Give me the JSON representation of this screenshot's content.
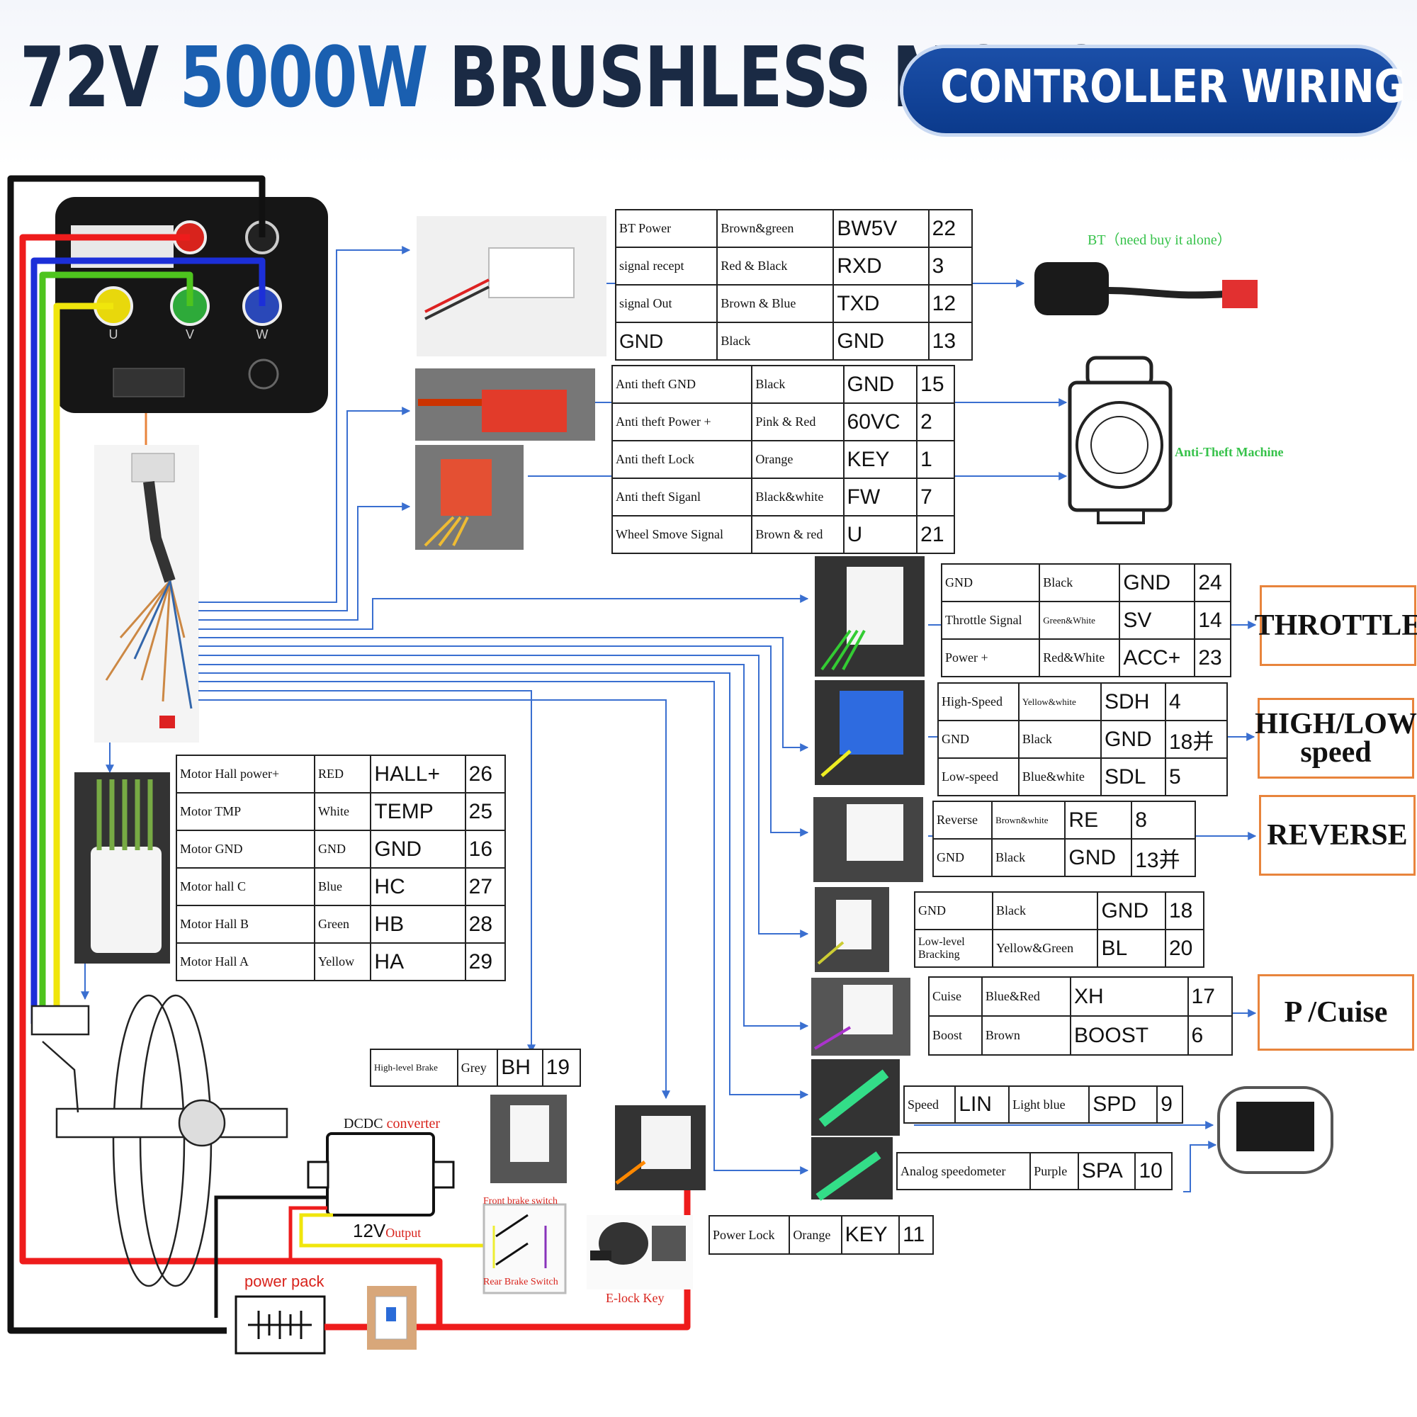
{
  "title": {
    "part1": "72V",
    "part2": "5000W",
    "part3": "BRUSHLESS MOTOR KIT"
  },
  "badge": "CONTROLLER WIRING DIAGRAM",
  "controller": {
    "phase_labels": [
      "U",
      "V",
      "W"
    ]
  },
  "bt": {
    "label": "BT（need buy it alone）",
    "rows": [
      {
        "name": "BT Power",
        "color": "Brown&green",
        "code": "BW5V",
        "pin": "22"
      },
      {
        "name": "signal recept",
        "color": "Red & Black",
        "code": "RXD",
        "pin": "3"
      },
      {
        "name": "signal Out",
        "color": "Brown & Blue",
        "code": "TXD",
        "pin": "12"
      },
      {
        "name": "GND",
        "color": "Black",
        "code": "GND",
        "pin": "13"
      }
    ]
  },
  "antitheft": {
    "label": "Anti-Theft Machine",
    "rows": [
      {
        "name": "Anti theft GND",
        "color": "Black",
        "code": "GND",
        "pin": "15"
      },
      {
        "name": "Anti theft Power +",
        "color": "Pink & Red",
        "code": "60VC",
        "pin": "2"
      },
      {
        "name": "Anti theft Lock",
        "color": "Orange",
        "code": "KEY",
        "pin": "1"
      },
      {
        "name": "Anti theft Siganl",
        "color": "Black&white",
        "code": "FW",
        "pin": "7"
      },
      {
        "name": "Wheel Smove Signal",
        "color": "Brown & red",
        "code": "U",
        "pin": "21"
      }
    ]
  },
  "throttle": {
    "label": "THROTTLE",
    "rows": [
      {
        "name": "GND",
        "color": "Black",
        "code": "GND",
        "pin": "24"
      },
      {
        "name": "Throttle Signal",
        "color": "Green&White",
        "code": "SV",
        "pin": "14"
      },
      {
        "name": "Power +",
        "color": "Red&White",
        "code": "ACC+",
        "pin": "23"
      }
    ]
  },
  "speed": {
    "label1": "HIGH/LOW",
    "label2": "speed",
    "rows": [
      {
        "name": "High-Speed",
        "color": "Yellow&white",
        "code": "SDH",
        "pin": "4"
      },
      {
        "name": "GND",
        "color": "Black",
        "code": "GND",
        "pin": "18并"
      },
      {
        "name": "Low-speed",
        "color": "Blue&white",
        "code": "SDL",
        "pin": "5"
      }
    ]
  },
  "reverse": {
    "label": "REVERSE",
    "rows": [
      {
        "name": "Reverse",
        "color": "Brown&white",
        "code": "RE",
        "pin": "8"
      },
      {
        "name": "GND",
        "color": "Black",
        "code": "GND",
        "pin": "13并"
      }
    ]
  },
  "lowbrake": {
    "rows": [
      {
        "name": "GND",
        "color": "Black",
        "code": "GND",
        "pin": "18"
      },
      {
        "name": "Low-level Bracking",
        "color": "Yellow&Green",
        "code": "BL",
        "pin": "20"
      }
    ]
  },
  "cruise": {
    "label": "P /Cuise",
    "rows": [
      {
        "name": "Cuise",
        "color": "Blue&Red",
        "code": "XH",
        "pin": "17"
      },
      {
        "name": "Boost",
        "color": "Brown",
        "code": "BOOST",
        "pin": "6"
      }
    ]
  },
  "speedline": {
    "name": "Speed",
    "mid": "LIN",
    "color": "Light blue",
    "code": "SPD",
    "pin": "9"
  },
  "analog": {
    "name": "Analog speedometer",
    "color": "Purple",
    "code": "SPA",
    "pin": "10"
  },
  "powerlock": {
    "name": "Power Lock",
    "color": "Orange",
    "code": "KEY",
    "pin": "11"
  },
  "hall": {
    "rows": [
      {
        "name": "Motor Hall power+",
        "color": "RED",
        "code": "HALL+",
        "pin": "26"
      },
      {
        "name": "Motor TMP",
        "color": "White",
        "code": "TEMP",
        "pin": "25"
      },
      {
        "name": "Motor GND",
        "color": "GND",
        "code": "GND",
        "pin": "16"
      },
      {
        "name": "Motor hall C",
        "color": "Blue",
        "code": "HC",
        "pin": "27"
      },
      {
        "name": "Motor Hall B",
        "color": "Green",
        "code": "HB",
        "pin": "28"
      },
      {
        "name": "Motor Hall A",
        "color": "Yellow",
        "code": "HA",
        "pin": "29"
      }
    ]
  },
  "highbrake": {
    "name": "High-level Brake",
    "color": "Grey",
    "code": "BH",
    "pin": "19"
  },
  "dcdc": {
    "label1": "DCDC",
    "label2": "converter",
    "out1": "12V",
    "out2": "Output"
  },
  "brakes": {
    "front": "Front brake switch",
    "rear": "Rear Brake Switch"
  },
  "elock": "E-lock Key",
  "powerpack": "power pack",
  "colors": {
    "title_dark": "#1a2a44",
    "title_blue": "#1a5fb0",
    "badge": "#0b3a8c",
    "signal_line": "#3a6fd0",
    "box_border": "#e8843c",
    "green_label": "#36c24a",
    "red_label": "#d8231c"
  }
}
